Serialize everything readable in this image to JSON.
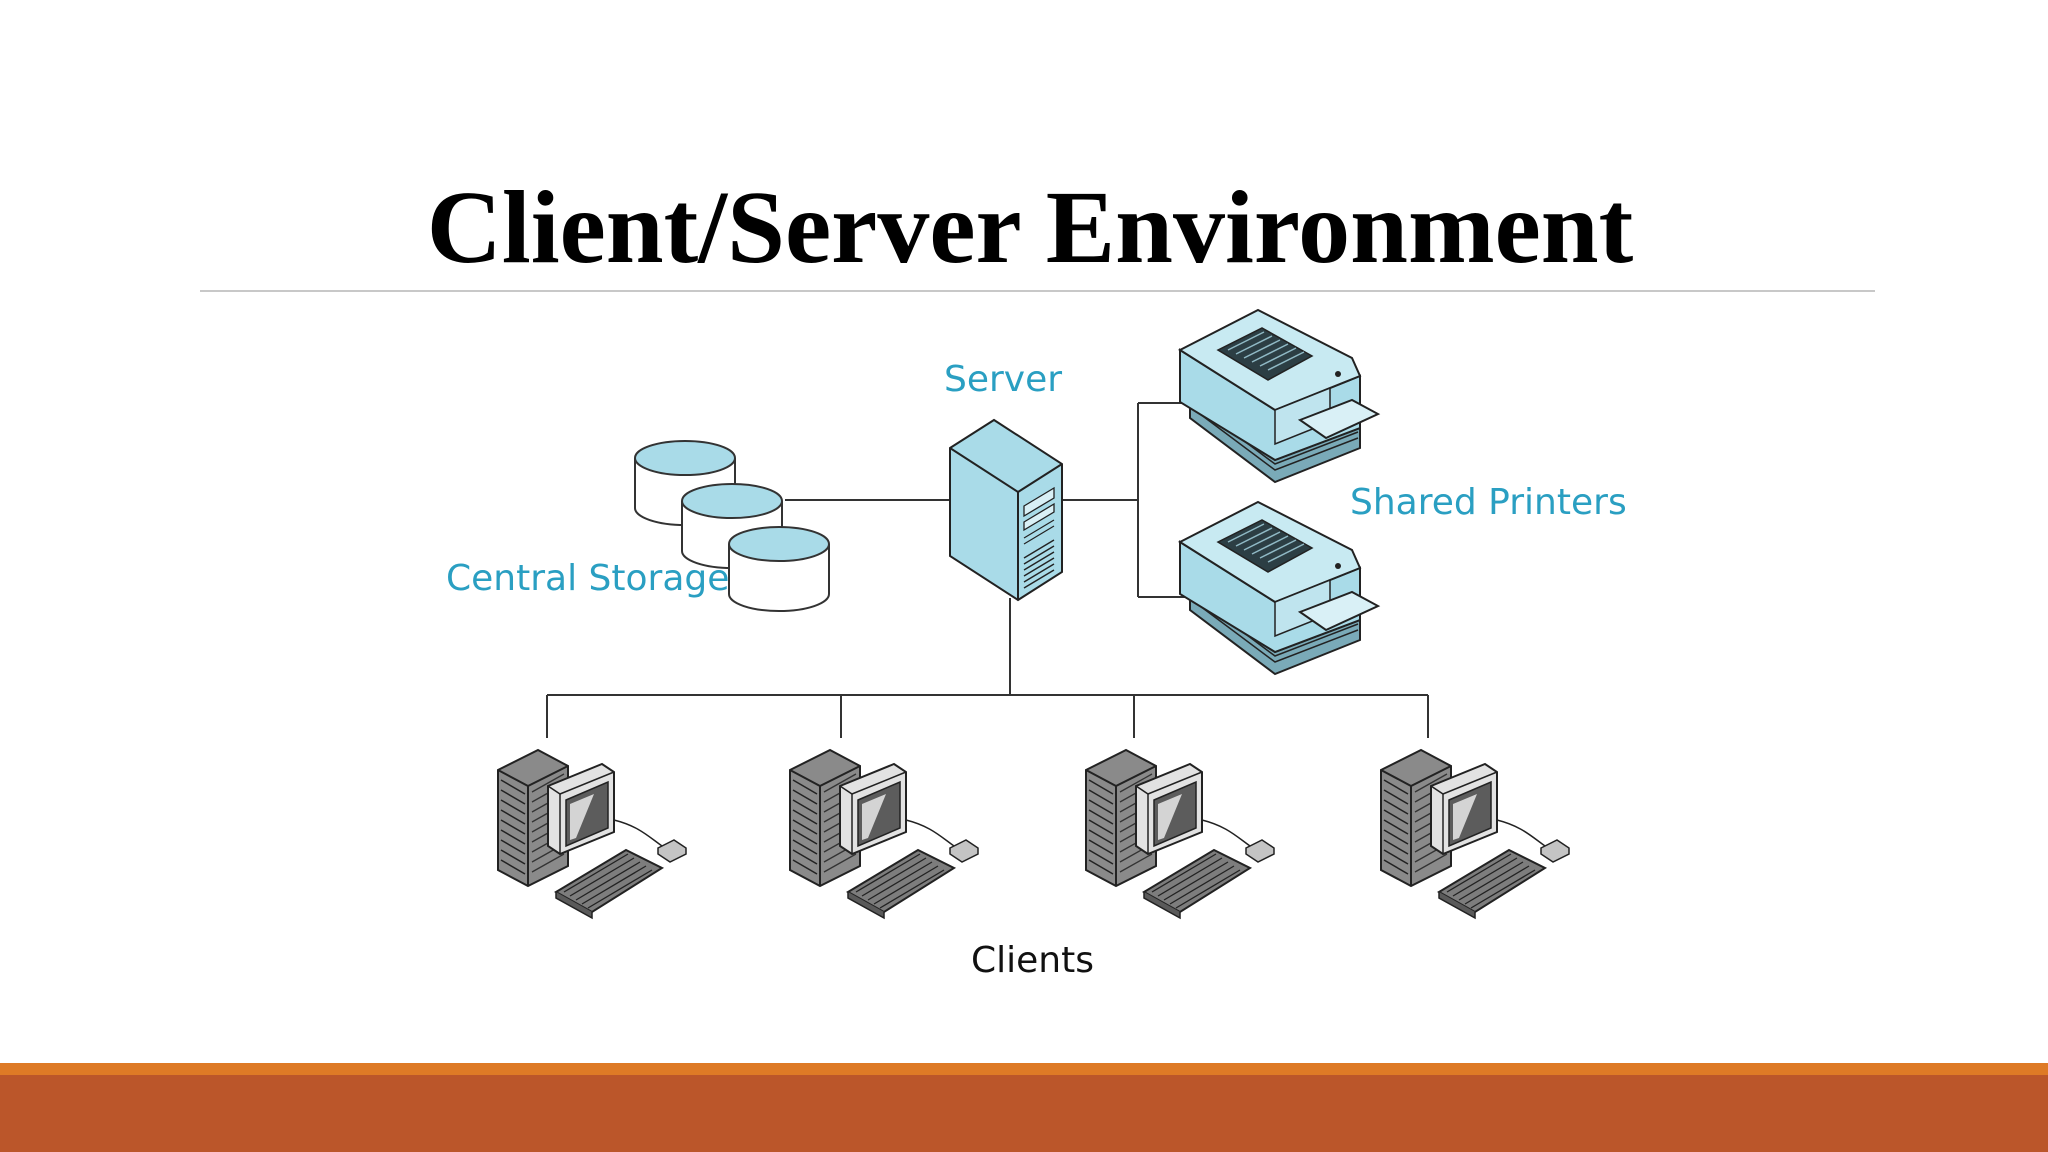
{
  "slide": {
    "title": "Client/Server Environment"
  },
  "diagram": {
    "labels": {
      "server": "Server",
      "shared_printers": "Shared Printers",
      "central_storage": "Central Storage",
      "clients": "Clients"
    },
    "icons": {
      "server": "server-tower-icon",
      "storage": "database-disk-icon",
      "printer": "laser-printer-icon",
      "client": "desktop-computer-icon"
    },
    "counts": {
      "storage_disks": 3,
      "printers": 2,
      "clients": 4
    }
  },
  "colors": {
    "accent": "#2a9fc2",
    "device_fill": "#a9dbe8",
    "line": "#333333",
    "footer_thin": "#de7a26",
    "footer_thick": "#bb562a"
  }
}
